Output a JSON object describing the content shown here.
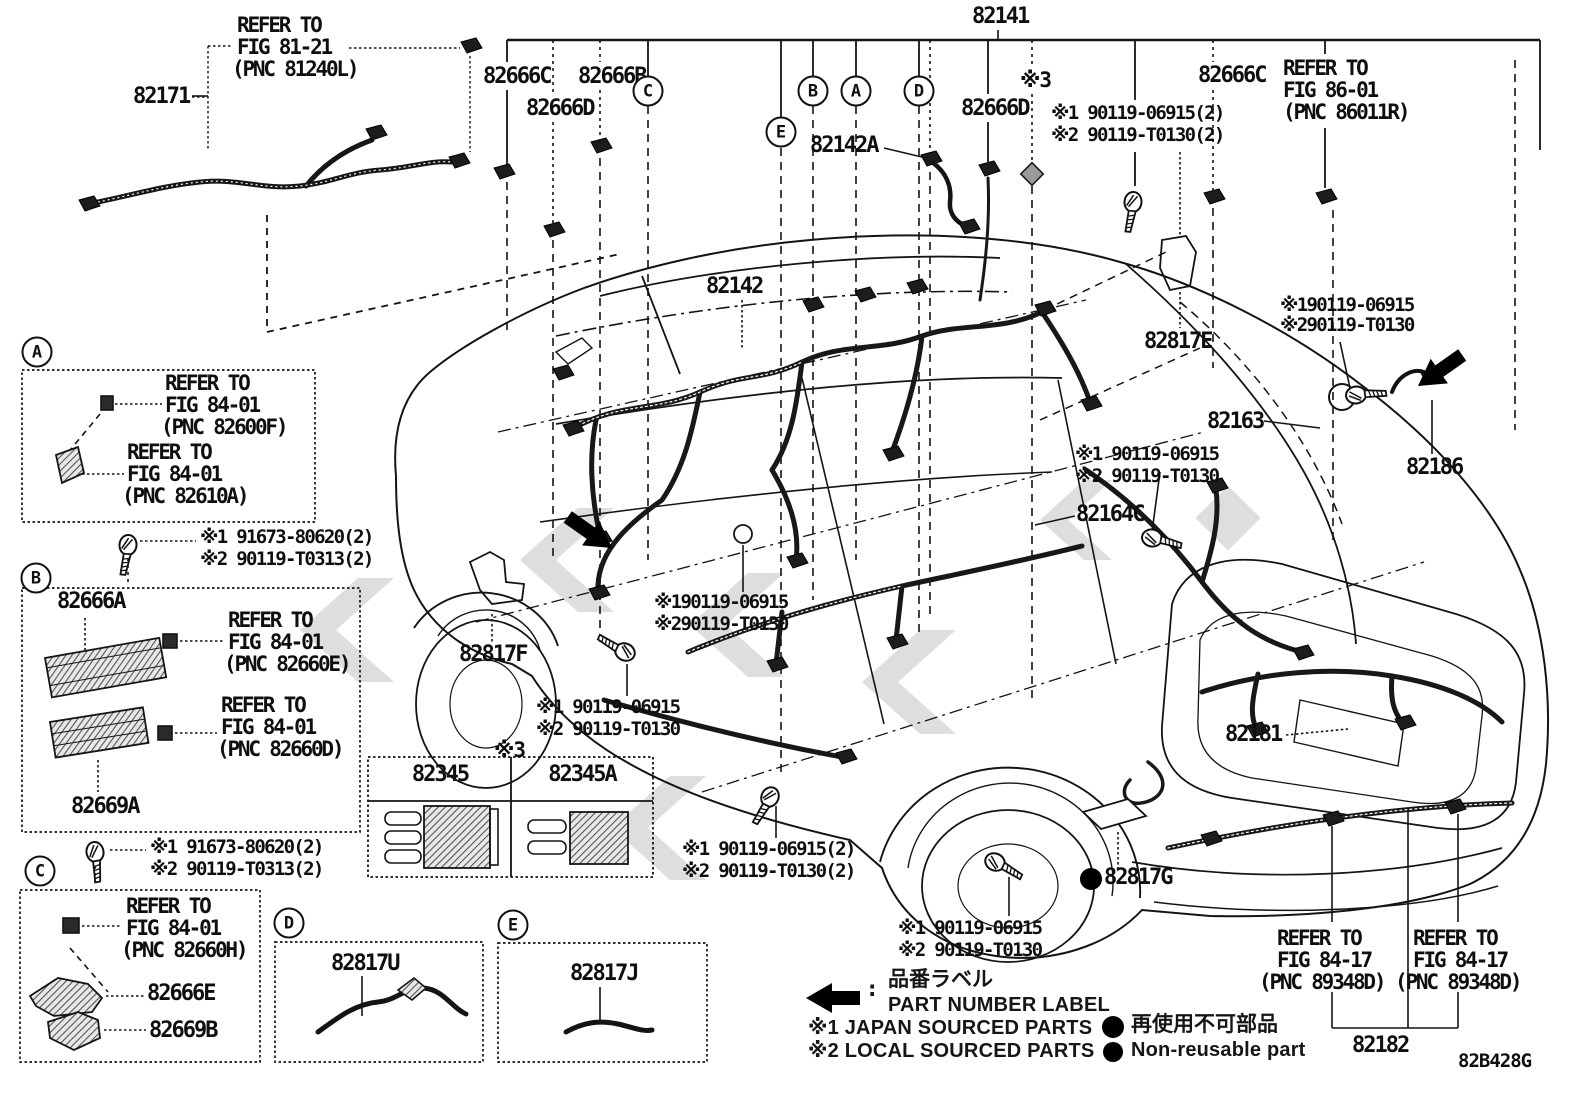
{
  "diagram": {
    "code": "82B428G",
    "ink": "#121212",
    "watermark_color": "#c3c3c3",
    "background": "#ffffff"
  },
  "labels": {
    "refer8121_1": "REFER TO",
    "refer8121_2": "FIG 81-21",
    "refer8121_3": "(PNC 81240L)",
    "part_82171": "82171",
    "part_82141": "82141",
    "part_82666C_a": "82666C",
    "part_82666B": "82666B",
    "part_82666D_a": "82666D",
    "part_82666D_b": "82666D",
    "sym3_top": "※3",
    "note_top_1": "※1 90119-06915(2)",
    "note_top_2": "※2 90119-T0130(2)",
    "part_82142A": "82142A",
    "part_82666C_b": "82666C",
    "refer8601_1": "REFER TO",
    "refer8601_2": "FIG 86-01",
    "refer8601_3": "(PNC 86011R)",
    "part_82142": "82142",
    "note_r1_1": "※190119-06915",
    "note_r1_2": "※290119-T0130",
    "part_82817E": "82817E",
    "part_82163": "82163",
    "note_r2_1": "※1 90119-06915",
    "note_r2_2": "※2 90119-T0130",
    "part_82164C": "82164C",
    "part_82186": "82186",
    "boxA_ref1_1": "REFER TO",
    "boxA_ref1_2": "FIG 84-01",
    "boxA_ref1_3": "(PNC 82600F)",
    "boxA_ref2_1": "REFER TO",
    "boxA_ref2_2": "FIG 84-01",
    "boxA_ref2_3": "(PNC 82610A)",
    "note_bA_1": "※1 91673-80620(2)",
    "note_bA_2": "※2 90119-T0313(2)",
    "part_82666A": "82666A",
    "boxB_ref1_1": "REFER TO",
    "boxB_ref1_2": "FIG 84-01",
    "boxB_ref1_3": "(PNC 82660E)",
    "boxB_ref2_1": "REFER TO",
    "boxB_ref2_2": "FIG 84-01",
    "boxB_ref2_3": "(PNC 82660D)",
    "part_82669A": "82669A",
    "note_bB_1": "※1 91673-80620(2)",
    "note_bB_2": "※2 90119-T0313(2)",
    "boxC_ref_1": "REFER TO",
    "boxC_ref_2": "FIG 84-01",
    "boxC_ref_3": "(PNC 82660H)",
    "part_82666E": "82666E",
    "part_82669B": "82669B",
    "part_82817U": "82817U",
    "part_82817J": "82817J",
    "part_82817F": "82817F",
    "note_m1_1": "※190119-06915",
    "note_m1_2": "※290119-T0130",
    "note_m2_1": "※1 90119-06915",
    "note_m2_2": "※2 90119-T0130",
    "sym3_table": "※3",
    "note_b1_1": "※1 90119-06915(2)",
    "note_b1_2": "※2 90119-T0130(2)",
    "note_b2_1": "※1 90119-06915",
    "note_b2_2": "※2 90119-T0130",
    "part_82181": "82181",
    "part_82817G": "82817G",
    "refer8417a_1": "REFER TO",
    "refer8417a_2": "FIG 84-17",
    "refer8417a_3": "(PNC 89348D)",
    "refer8417b_1": "REFER TO",
    "refer8417b_2": "FIG 84-17",
    "refer8417b_3": "(PNC 89348D)",
    "part_82182": "82182"
  },
  "markers": {
    "c_top": "C",
    "e_top": "E",
    "b_top": "B",
    "a_top": "A",
    "d_top": "D",
    "a_box": "A",
    "b_box": "B",
    "c_box": "C",
    "d_box": "D",
    "e_box": "E"
  },
  "parts_table": {
    "note": "※3",
    "columns": [
      "82345",
      "82345A"
    ]
  },
  "legend": {
    "colon": ":",
    "arrow_label_jp": "品番ラベル",
    "arrow_label_en": "PART NUMBER LABEL",
    "note1": "※1 JAPAN SOURCED PARTS",
    "note2": "※2 LOCAL SOURCED PARTS",
    "nonreusable_jp": "再使用不可部品",
    "nonreusable_en": "Non-reusable part"
  }
}
